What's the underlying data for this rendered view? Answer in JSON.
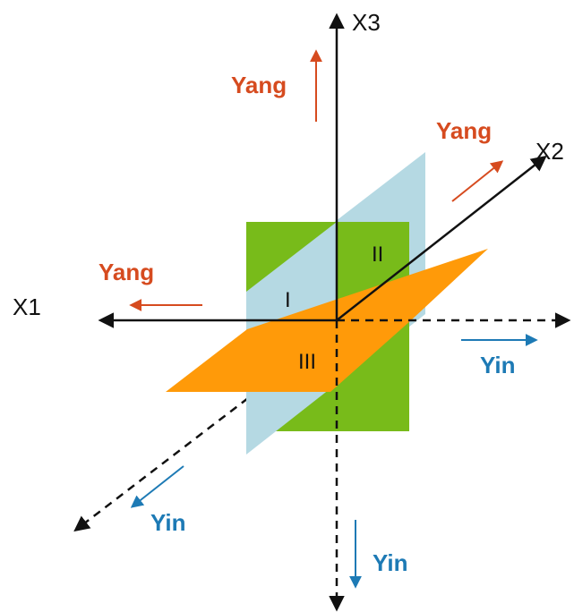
{
  "axes": {
    "x1_label": "X1",
    "x2_label": "X2",
    "x3_label": "X3"
  },
  "regions": {
    "region_1": "I",
    "region_2": "II",
    "region_3": "III"
  },
  "directions": {
    "yang_x3": "Yang",
    "yang_x2": "Yang",
    "yang_x1": "Yang",
    "yin_x2": "Yin",
    "yin_x1": "Yin",
    "yin_x3": "Yin"
  },
  "colors": {
    "green_plane": "#78bb1a",
    "blue_plane": "#b5d9e3",
    "orange_plane": "#ff9a09",
    "yang": "#d64b1f",
    "yin": "#1d7ab5",
    "axis": "#111111"
  }
}
